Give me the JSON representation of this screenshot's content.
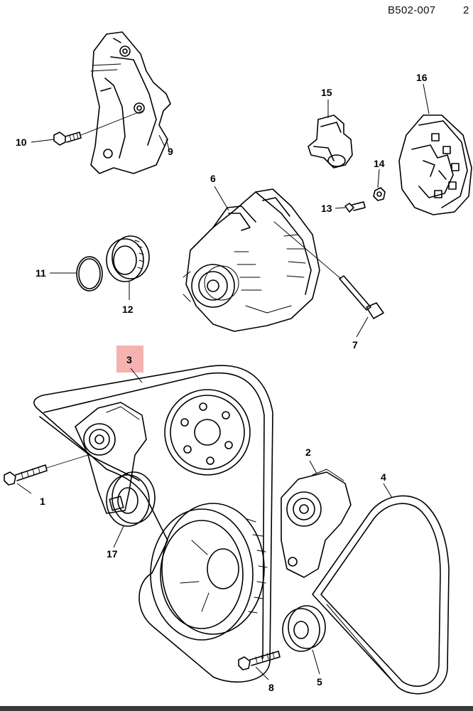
{
  "diagram_id": "B502-007",
  "diagram_id_cut": "2",
  "callouts": {
    "c1": "1",
    "c2": "2",
    "c3": "3",
    "c4": "4",
    "c5": "5",
    "c6": "6",
    "c7": "7",
    "c8": "8",
    "c9": "9",
    "c10": "10",
    "c11": "11",
    "c12": "12",
    "c13": "13",
    "c14": "14",
    "c15": "15",
    "c16": "16",
    "c17": "17"
  },
  "highlighted_callout": "3",
  "highlight_color": "#f4a3a3",
  "line_color": "#000000"
}
